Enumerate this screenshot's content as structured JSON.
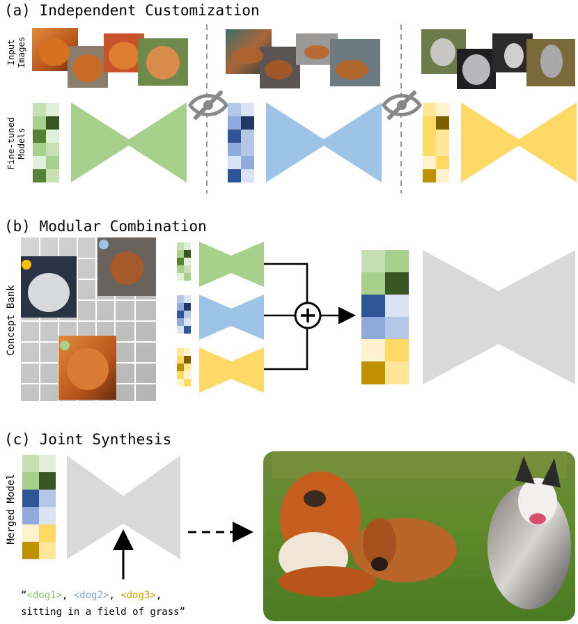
{
  "sections": {
    "a": {
      "title": "(a) Independent Customization",
      "input_label_1": "Input",
      "input_label_2": "Images",
      "models_label_1": "Fine-tuned",
      "models_label_2": "Models"
    },
    "b": {
      "title": "(b) Modular Combination",
      "bank_label": "Concept Bank"
    },
    "c": {
      "title": "(c) Joint Synthesis",
      "merged_label": "Merged Model"
    }
  },
  "prompt": {
    "open_quote": "“",
    "token1": "<dog1>",
    "sep1": ", ",
    "token2": "<dog2>",
    "sep2": ", ",
    "token3": "<dog3>",
    "sep3": ",",
    "line2": "sitting in a field of grass”"
  },
  "colors": {
    "green": "#a8d08d",
    "blue": "#9dc3e6",
    "yellow": "#ffd966",
    "gray": "#d9d9d9",
    "green_tint": [
      "#c6e0b4",
      "#e2efda",
      "#a8d08d",
      "#70ad47",
      "#548235",
      "#375623"
    ],
    "blue_tint": [
      "#dae3f3",
      "#b4c7e7",
      "#8faadc",
      "#2f5597",
      "#203864"
    ],
    "yellow_tint": [
      "#fff2cc",
      "#ffe699",
      "#ffd966",
      "#bf9000",
      "#7f6000"
    ],
    "token1_color": "#8fbf6f",
    "token2_color": "#7fa3d0",
    "token3_color": "#c9a400"
  },
  "icons": [
    "hidden-eye-icon",
    "plus-circle-icon",
    "up-arrow-icon",
    "dashed-arrow-icon"
  ]
}
